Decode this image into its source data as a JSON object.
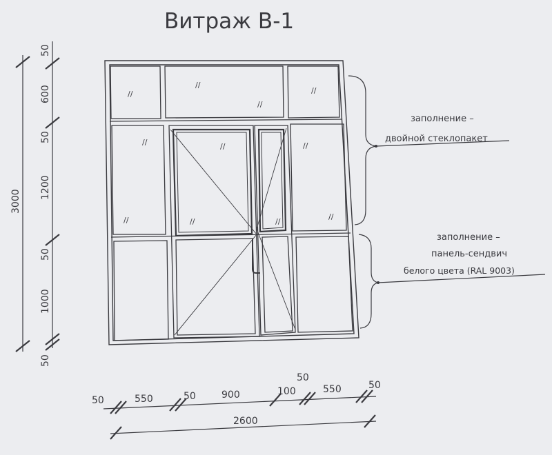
{
  "title": "Витраж В-1",
  "vertical_dimensions": {
    "segments": [
      "50",
      "600",
      "50",
      "1200",
      "50",
      "1000",
      "50"
    ],
    "total": "3000"
  },
  "horizontal_dimensions": {
    "segments": [
      "50",
      "550",
      "50",
      "900",
      "100",
      "50",
      "550",
      "50"
    ],
    "total": "2600"
  },
  "callouts": {
    "upper": {
      "line1": "заполнение –",
      "line2": "двойной стеклопакет"
    },
    "lower": {
      "line1": "заполнение –",
      "line2": "панель-сендвич",
      "line3": "белого цвета (RAL 9003)"
    }
  },
  "glass_mark": "//",
  "colors": {
    "ink": "#3a3a3f",
    "background": "#ecedf0"
  }
}
